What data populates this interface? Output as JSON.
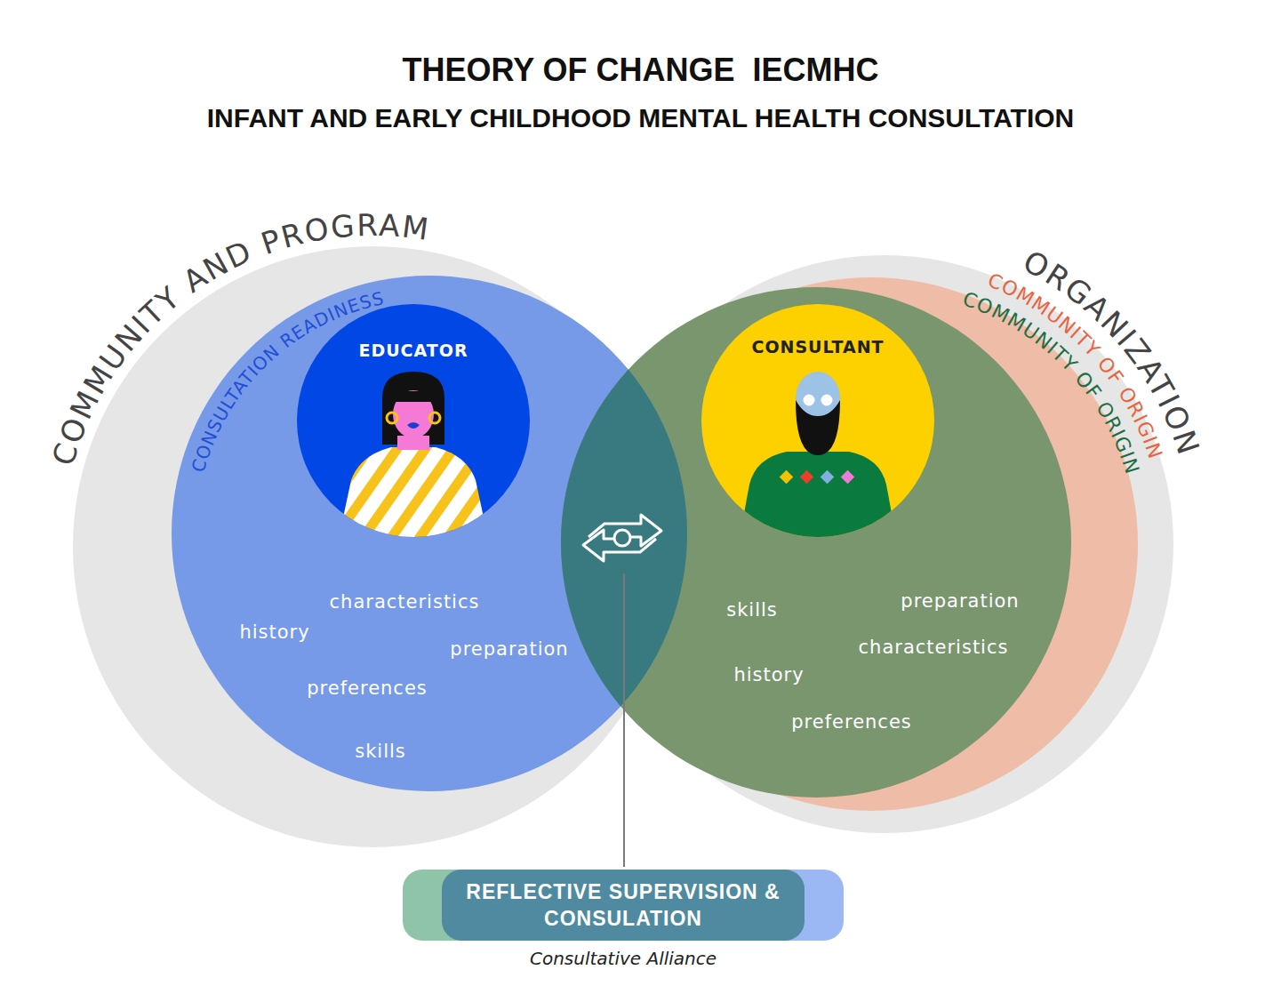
{
  "diagram": {
    "title": "THEORY OF CHANGE  IECMHC",
    "nodes": [
      {
        "text": [
          "COMMUNITY AND PROGRAM"
        ]
      },
      {
        "text": [
          "CONSULTATION READINESS",
          "characteristics",
          "history",
          "preparation",
          "preferences",
          "skills"
        ],
        "in": 0
      },
      {
        "text": [
          "EDUCATOR"
        ],
        "in": 1
      },
      {
        "text": [
          "ORGANIZATION"
        ]
      },
      {
        "text": [
          "COMMUNITY OF ORIGIN"
        ],
        "in": 3
      },
      {
        "text": [
          "COMMUNITY OF ORIGIN",
          "skills",
          "preparation",
          "characteristics",
          "history",
          "preferences"
        ],
        "in": 4
      },
      {
        "text": [
          "CONSULTANT"
        ],
        "in": 5
      },
      {
        "text": [
          "REFLECTIVE SUPERVISION & CONSULATION",
          "Consultative Alliance"
        ]
      }
    ],
    "labels": [
      "INFANT AND EARLY CHILDHOOD MENTAL HEALTH CONSULTATION"
    ]
  }
}
